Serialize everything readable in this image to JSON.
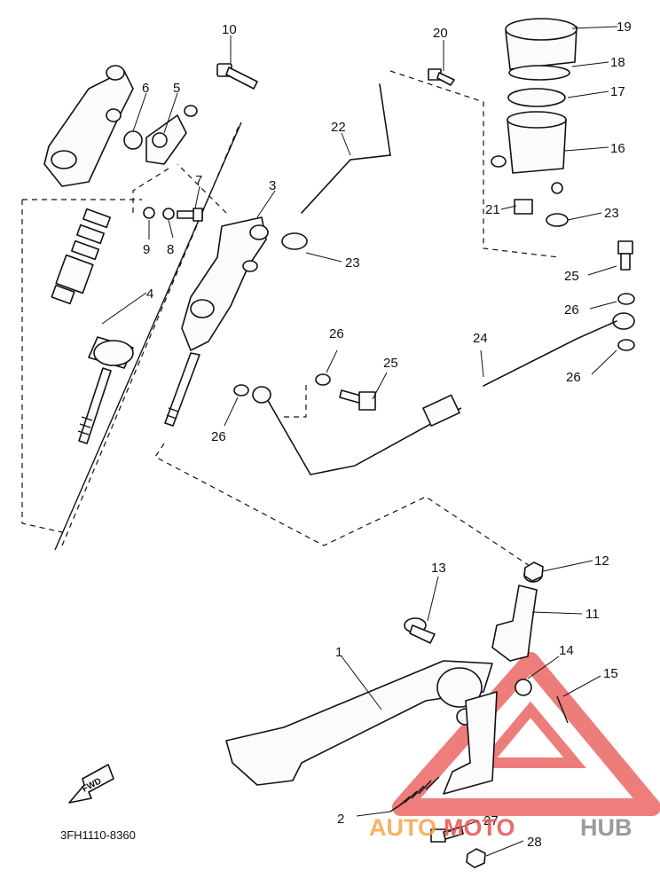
{
  "diagram": {
    "code": "3FH1110-8360",
    "fwd_label": "FWD",
    "watermark": {
      "prefix": "AUTO",
      "middle": "MOTO",
      "suffix": "HUB",
      "color_red": "#e8524f",
      "color_orange": "#f5a44a",
      "color_gray": "#8a8a8a"
    },
    "callouts": [
      "1",
      "2",
      "3",
      "4",
      "5",
      "6",
      "7",
      "8",
      "9",
      "10",
      "11",
      "12",
      "13",
      "14",
      "15",
      "16",
      "17",
      "18",
      "19",
      "20",
      "21",
      "22",
      "23",
      "23",
      "24",
      "25",
      "25",
      "26",
      "26",
      "26",
      "26",
      "27",
      "28"
    ]
  }
}
